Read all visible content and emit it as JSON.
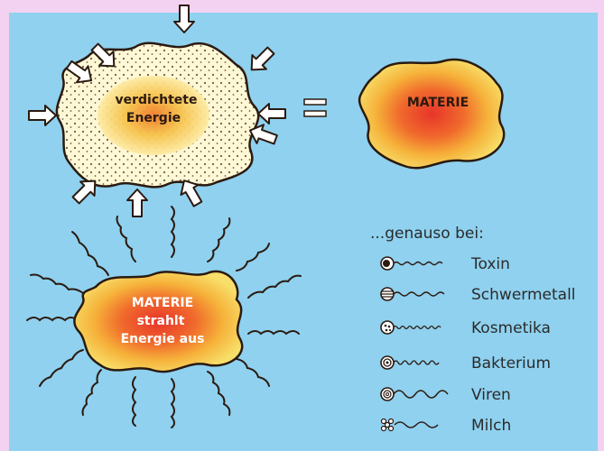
{
  "colors": {
    "page_border": "#f3d2f1",
    "background": "#8fd1ef",
    "blob_outer": "#f7dc5c",
    "blob_mid": "#f49a2c",
    "blob_core": "#e8342a",
    "outline": "#2b1a10"
  },
  "cloud_top_left": {
    "line1": "verdichtete",
    "line2": "Energie"
  },
  "equals_symbol": "=",
  "cloud_top_right": {
    "label": "MATERIE"
  },
  "cloud_bottom": {
    "line1": "MATERIE",
    "line2": "strahlt",
    "line3": "Energie aus"
  },
  "list": {
    "heading": "...genauso bei:",
    "items": [
      {
        "label": "Toxin",
        "icon": "toxin-icon"
      },
      {
        "label": "Schwermetall",
        "icon": "heavy-metal-icon"
      },
      {
        "label": "Kosmetika",
        "icon": "cosmetics-icon"
      },
      {
        "label": "Bakterium",
        "icon": "bacterium-icon"
      },
      {
        "label": "Viren",
        "icon": "virus-icon"
      },
      {
        "label": "Milch",
        "icon": "milk-icon"
      }
    ]
  }
}
